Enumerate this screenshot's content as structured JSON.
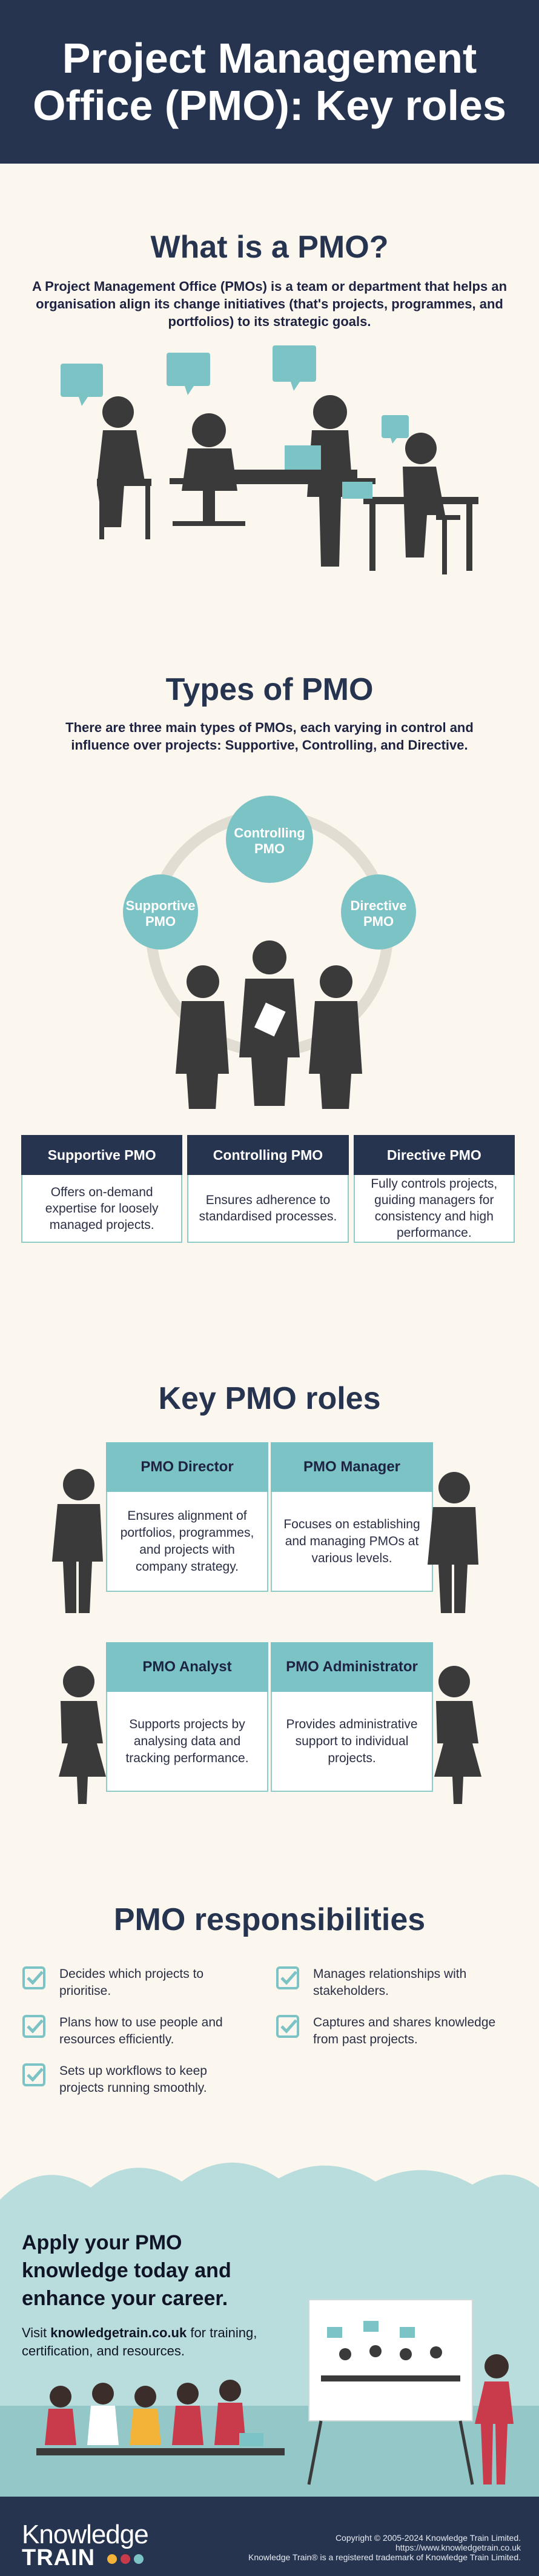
{
  "header": {
    "title": "Project Management Office (PMO): Key roles"
  },
  "what": {
    "heading": "What is a PMO?",
    "text": "A Project Management Office (PMOs) is a team or department that helps an organisation align its change initiatives (that's projects, programmes, and portfolios) to its strategic goals."
  },
  "types": {
    "heading": "Types of PMO",
    "text": "There are three main types of PMOs, each varying in control and influence over projects: Supportive, Controlling, and Directive.",
    "circles": {
      "controlling": [
        "Controlling",
        "PMO"
      ],
      "supportive": [
        "Supportive",
        "PMO"
      ],
      "directive": [
        "Directive",
        "PMO"
      ]
    },
    "table": [
      {
        "title": "Supportive PMO",
        "desc": "Offers on-demand expertise for loosely managed projects."
      },
      {
        "title": "Controlling PMO",
        "desc": "Ensures adherence to standardised processes."
      },
      {
        "title": "Directive PMO",
        "desc": "Fully controls projects, guiding managers for consistency and high performance."
      }
    ]
  },
  "roles": {
    "heading": "Key PMO roles",
    "items": [
      {
        "title": "PMO Director",
        "desc": "Ensures alignment of portfolios, programmes, and projects with company strategy."
      },
      {
        "title": "PMO Manager",
        "desc": "Focuses on establishing and managing PMOs at various levels."
      },
      {
        "title": "PMO Analyst",
        "desc": "Supports projects by analysing data and tracking performance."
      },
      {
        "title": "PMO Administrator",
        "desc": "Provides administrative support to individual projects."
      }
    ]
  },
  "responsibilities": {
    "heading": "PMO responsibilities",
    "items": [
      "Decides which projects to prioritise.",
      "Plans how to use people and resources efficiently.",
      "Sets up workflows to keep projects running smoothly.",
      "Manages relationships with stakeholders.",
      "Captures and shares knowledge from past projects."
    ]
  },
  "cta": {
    "line1_pre": "Apply your ",
    "line1_bold": "PMO",
    "line2": "knowledge today and enhance your career.",
    "visit_pre": "Visit ",
    "visit_link": "knowledgetrain.co.uk",
    "visit_post": " for training, certification, and resources."
  },
  "footer": {
    "logo_top": "Knowledge",
    "logo_bottom": "TRAIN",
    "copyright": "Copyright © 2005-2024 Knowledge Train Limited.",
    "url": "https://www.knowledgetrain.co.uk",
    "trademark": "Knowledge Train® is a registered trademark of Knowledge Train Limited."
  },
  "colors": {
    "navy": "#263450",
    "teal": "#7cc3c6",
    "cream": "#fbf6ee",
    "dark": "#3a3a3a"
  }
}
